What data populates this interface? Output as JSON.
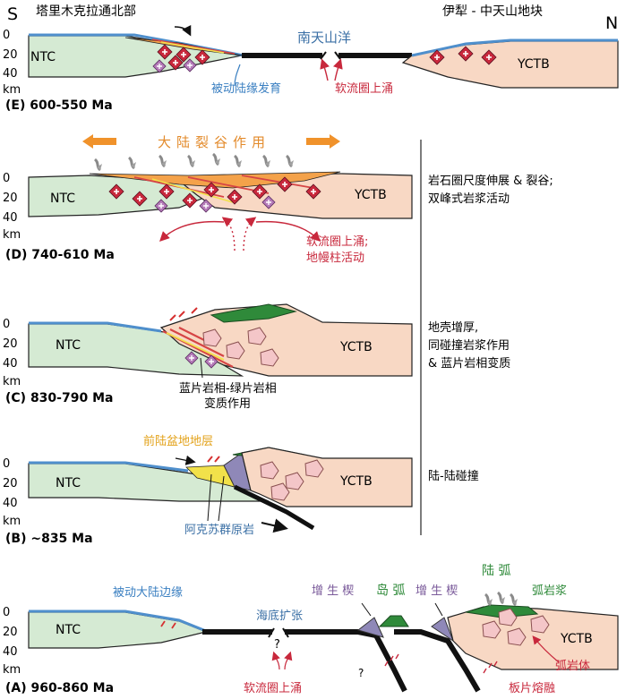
{
  "header": {
    "south": "S",
    "north": "N",
    "left_block": "塔里木克拉通北部",
    "right_block": "伊犁 - 中天山地块"
  },
  "depth": {
    "d0": "0",
    "d20": "20",
    "d40": "40",
    "unit": "km"
  },
  "blocks": {
    "ntc": "NTC",
    "yctb": "YCTB"
  },
  "panel_e": {
    "stage": "(E) 600-550 Ma",
    "ocean": "南天山洋",
    "passive_margin": "被动陆缘发育",
    "upwelling": "软流圈上涌"
  },
  "panel_d": {
    "rifting": "大陆裂谷作用",
    "note_line1": "岩石圈尺度伸展 & 裂谷;",
    "note_line2": "双峰式岩浆活动",
    "stage": "(D) 740-610 Ma",
    "plume_line1": "软流圈上涌;",
    "plume_line2": "地幔柱活动"
  },
  "panel_c": {
    "note_line1": "地壳增厚,",
    "note_line2": "同碰撞岩浆作用",
    "note_line3": "& 蓝片岩相变质",
    "meta_line1": "蓝片岩相-绿片岩相",
    "meta_line2": "变质作用",
    "stage": "(C) 830-790 Ma"
  },
  "panel_b": {
    "foreland": "前陆盆地地层",
    "note": "陆-陆碰撞",
    "aksu": "阿克苏群原岩",
    "stage": "(B) ~835 Ma"
  },
  "panel_a": {
    "passive_margin": "被动大陆边缘",
    "spreading": "海底扩张",
    "question": "?",
    "question2": "?",
    "accretion_left": "增 生 楔",
    "island_arc": "岛 弧",
    "accretion_right": "增 生 楔",
    "continental_arc": "陆 弧",
    "arc_magma": "弧岩浆",
    "pluton": "弧岩体",
    "slab_melt": "板片熔融",
    "upwelling": "软流圈上涌",
    "stage": "(A) 960-860 Ma"
  },
  "colors": {
    "ntc_fill": "#d5ead3",
    "yctb_fill": "#f8d8c4",
    "ocean_blue": "#4f8fcc",
    "arc_green": "#2f8a3a",
    "magma_red": "#c8283c",
    "label_blue": "#3a7fc1",
    "label_red": "#c8283c",
    "label_purple": "#7a5a9a",
    "arrow_orange": "#f0922b"
  }
}
